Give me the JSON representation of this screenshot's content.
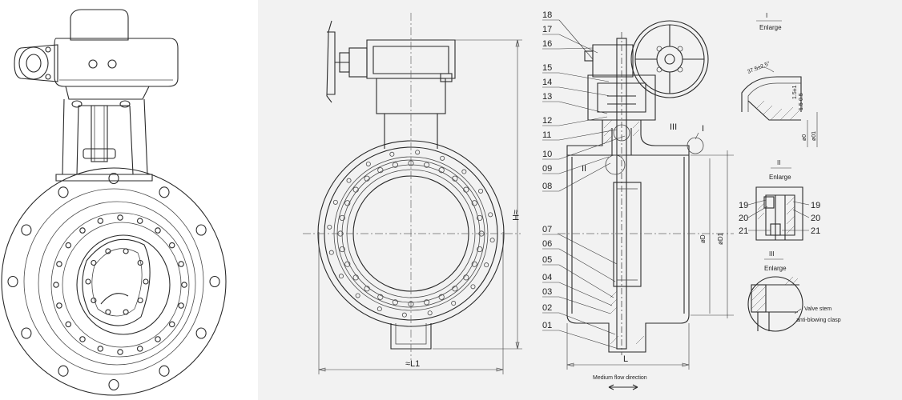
{
  "front_view": {
    "width_label": "≈L1",
    "height_label": "≈H"
  },
  "section_view": {
    "length_label": "L",
    "diameter_label": "øD",
    "diameter1_label": "øD1",
    "flow_label": "Medium flow direction",
    "callout_I": "I",
    "callout_II": "II",
    "callout_III": "III",
    "part_numbers": [
      "18",
      "17",
      "16",
      "15",
      "14",
      "13",
      "12",
      "11",
      "10",
      "09",
      "08",
      "07",
      "06",
      "05",
      "04",
      "03",
      "02",
      "01"
    ]
  },
  "detail_I": {
    "title": "I",
    "subtitle": "Enlarge",
    "angle_label": "37.5±2.5°",
    "dim_a": "1.5-0.5",
    "dim_b": "1.5±1",
    "d0_label": "ø0",
    "d01_label": "ø01"
  },
  "detail_II": {
    "title": "II",
    "subtitle": "Enlarge",
    "left_parts": [
      "19",
      "20",
      "21"
    ],
    "right_parts": [
      "19",
      "20",
      "21"
    ]
  },
  "detail_III": {
    "title": "III",
    "subtitle": "Enlarge",
    "note_line1": "Valve stem",
    "note_line2": "anti-blowing clasp"
  }
}
